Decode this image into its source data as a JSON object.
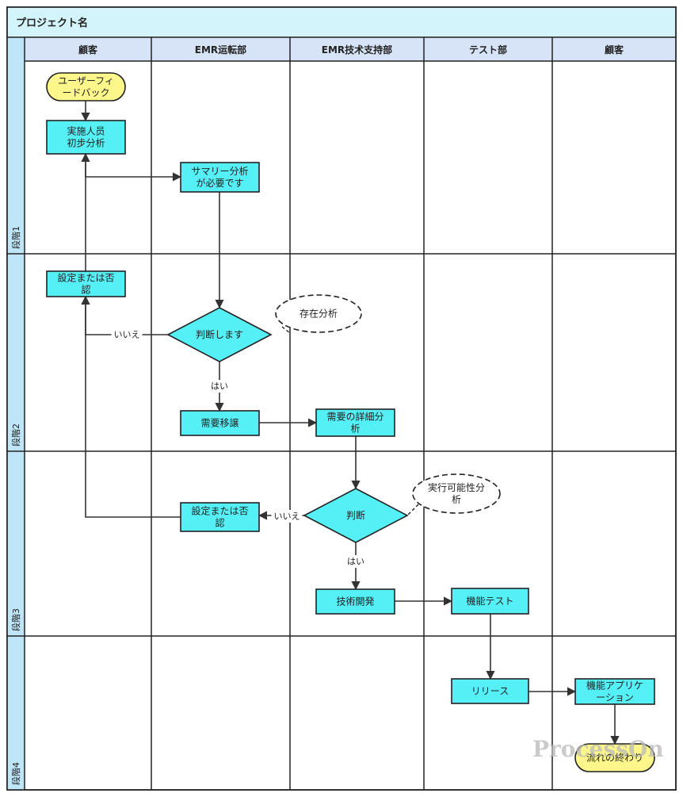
{
  "title": "プロジェクト名",
  "colors": {
    "title_bg": "#d3f4fa",
    "header_bg": "#d7e4f7",
    "band_bg": "#bfe6f8",
    "process_fill": "#55f0f5",
    "terminal_fill": "#fdf68a",
    "line": "#333333"
  },
  "lanes": [
    {
      "id": "lane-customer-1",
      "label": "顧客"
    },
    {
      "id": "lane-emr-ops",
      "label": "EMR运転部"
    },
    {
      "id": "lane-emr-tech",
      "label": "EMR技术支持部"
    },
    {
      "id": "lane-test",
      "label": "テスト部"
    },
    {
      "id": "lane-customer-2",
      "label": "顧客"
    }
  ],
  "phases": [
    {
      "id": "phase-1",
      "label": "段階1"
    },
    {
      "id": "phase-2",
      "label": "段階2"
    },
    {
      "id": "phase-3",
      "label": "段階3"
    },
    {
      "id": "phase-4",
      "label": "段階4"
    }
  ],
  "nodes": [
    {
      "id": "feedback",
      "shape": "terminal",
      "lines": [
        "ユーザーフィ",
        "ードバック"
      ]
    },
    {
      "id": "initial-analysis",
      "shape": "process",
      "lines": [
        "実施人员",
        "初步分析"
      ]
    },
    {
      "id": "summary-analysis",
      "shape": "process",
      "lines": [
        "サマリー分析",
        "が必要です"
      ]
    },
    {
      "id": "setting-reject-1",
      "shape": "process",
      "lines": [
        "設定または否",
        "認"
      ]
    },
    {
      "id": "decision-1",
      "shape": "decision",
      "lines": [
        "判断します"
      ]
    },
    {
      "id": "existence-analysis",
      "shape": "note",
      "lines": [
        "存在分析"
      ]
    },
    {
      "id": "demand-transfer",
      "shape": "process",
      "lines": [
        "需要移譲"
      ]
    },
    {
      "id": "demand-detail",
      "shape": "process",
      "lines": [
        "需要の詳細分",
        "析"
      ]
    },
    {
      "id": "decision-2",
      "shape": "decision",
      "lines": [
        "判断"
      ]
    },
    {
      "id": "feasibility-analysis",
      "shape": "note",
      "lines": [
        "実行可能性分",
        "析"
      ]
    },
    {
      "id": "setting-reject-2",
      "shape": "process",
      "lines": [
        "設定または否",
        "認"
      ]
    },
    {
      "id": "tech-development",
      "shape": "process",
      "lines": [
        "技術開発"
      ]
    },
    {
      "id": "function-test",
      "shape": "process",
      "lines": [
        "機能テスト"
      ]
    },
    {
      "id": "release",
      "shape": "process",
      "lines": [
        "リリース"
      ]
    },
    {
      "id": "function-app",
      "shape": "process",
      "lines": [
        "機能アプリケ",
        "ーション"
      ]
    },
    {
      "id": "flow-end",
      "shape": "terminal",
      "lines": [
        "流れの終わり"
      ]
    }
  ],
  "edges": [
    {
      "from": "feedback",
      "to": "initial-analysis",
      "label": ""
    },
    {
      "from": "initial-analysis",
      "to": "summary-analysis",
      "label": ""
    },
    {
      "from": "summary-analysis",
      "to": "decision-1",
      "label": ""
    },
    {
      "from": "decision-1",
      "to": "setting-reject-1",
      "label": "いいえ"
    },
    {
      "from": "setting-reject-1",
      "to": "initial-analysis",
      "label": ""
    },
    {
      "from": "decision-1",
      "to": "demand-transfer",
      "label": "はい"
    },
    {
      "from": "demand-transfer",
      "to": "demand-detail",
      "label": ""
    },
    {
      "from": "demand-detail",
      "to": "decision-2",
      "label": ""
    },
    {
      "from": "decision-2",
      "to": "setting-reject-2",
      "label": "いいえ"
    },
    {
      "from": "setting-reject-2",
      "to": "setting-reject-1",
      "label": ""
    },
    {
      "from": "decision-2",
      "to": "tech-development",
      "label": "はい"
    },
    {
      "from": "tech-development",
      "to": "function-test",
      "label": ""
    },
    {
      "from": "function-test",
      "to": "release",
      "label": ""
    },
    {
      "from": "release",
      "to": "function-app",
      "label": ""
    },
    {
      "from": "function-app",
      "to": "flow-end",
      "label": ""
    }
  ],
  "watermark": "ProcessOn"
}
